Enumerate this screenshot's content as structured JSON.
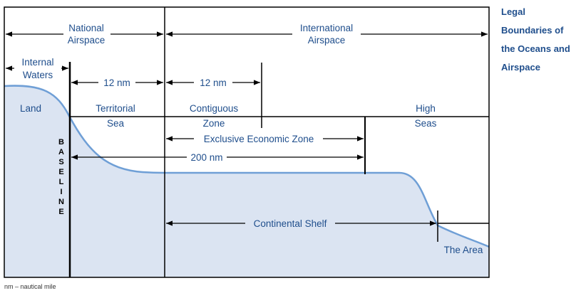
{
  "title": [
    "Legal",
    "Boundaries of",
    "the Oceans and",
    "Airspace"
  ],
  "labels": {
    "national_airspace": [
      "National",
      "Airspace"
    ],
    "international_airspace": [
      "International",
      "Airspace"
    ],
    "internal_waters": [
      "Internal",
      "Waters"
    ],
    "twelve_nm_1": "12 nm",
    "twelve_nm_2": "12 nm",
    "land": "Land",
    "territorial_sea": [
      "Territorial",
      "Sea"
    ],
    "contiguous_zone": [
      "Contiguous",
      "Zone"
    ],
    "high_seas": [
      "High",
      "Seas"
    ],
    "eez": "Exclusive Economic Zone",
    "two_hundred_nm": "200 nm",
    "continental_shelf": "Continental Shelf",
    "the_area": "The Area",
    "baseline_letters": [
      "B",
      "A",
      "S",
      "E",
      "L",
      "I",
      "N",
      "E"
    ]
  },
  "footnote": "nm – nautical mile",
  "colors": {
    "label": "#1f4e8c",
    "seabed_fill": "#dbe4f2",
    "seabed_line": "#6f9fd6",
    "line": "#000000"
  }
}
